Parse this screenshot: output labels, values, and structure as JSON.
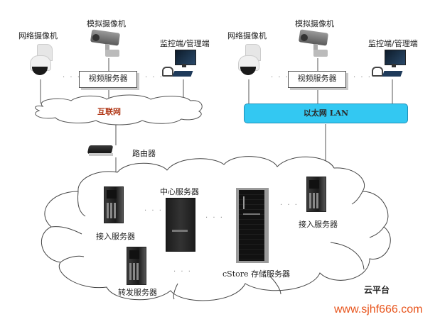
{
  "left_site": {
    "network_camera": "网络摄像机",
    "analog_camera": "模拟摄像机",
    "monitor_terminal": "监控端/管理端",
    "video_server": "视频服务器",
    "network": "互联网",
    "router": "路由器"
  },
  "right_site": {
    "network_camera": "网络摄像机",
    "analog_camera": "模拟摄像机",
    "monitor_terminal": "监控端/管理端",
    "video_server": "视频服务器",
    "network": "以太网 LAN"
  },
  "cloud_platform": {
    "label": "云平台",
    "access_server_left": "接入服务器",
    "central_server": "中心服务器",
    "forward_server": "转发服务器",
    "storage_server": "cStore 存储服务器",
    "access_server_right": "接入服务器"
  },
  "ellipsis": "· · ·",
  "watermark": "www.sjhf666.com",
  "colors": {
    "lan_fill": "#33c8f2",
    "internet_text": "#b23a1a",
    "watermark": "#e8541c"
  }
}
